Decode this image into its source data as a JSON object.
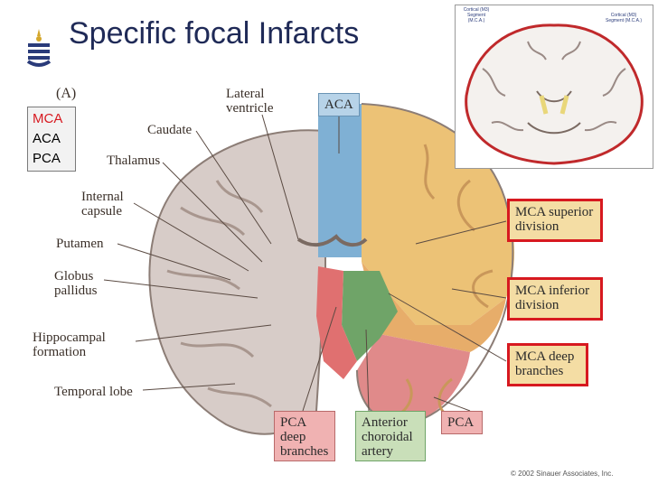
{
  "slide": {
    "title": "Specific focal Infarcts",
    "panel_label": "(A)",
    "copyright": "© 2002 Sinauer Associates, Inc."
  },
  "territories": [
    "MCA",
    "ACA",
    "PCA"
  ],
  "left_labels": [
    "Caudate",
    "Thalamus",
    "Internal capsule",
    "Putamen",
    "Globus pallidus",
    "Hippocampal formation",
    "Temporal lobe"
  ],
  "top_labels": {
    "lateral_ventricle": "Lateral ventricle",
    "aca": "ACA"
  },
  "right_boxes": [
    "MCA superior division",
    "MCA inferior division",
    "MCA deep branches"
  ],
  "bottom_boxes": [
    "PCA deep branches",
    "Anterior choroidal artery",
    "PCA"
  ],
  "inset": {
    "labels": [
      "Cortical (M3) Segment (M.C.A.)",
      "Cortical (M3) Segment (M.C.A.)"
    ]
  },
  "colors": {
    "title": "#1f2a57",
    "mca_highlight": "#d71920",
    "aca_blue": "#7fb0d4",
    "mca_yellow": "#ecc276",
    "pca_red": "#e08a8a",
    "ant_choroidal_green": "#6fa468",
    "brain_gray": "#d7ccc8"
  }
}
